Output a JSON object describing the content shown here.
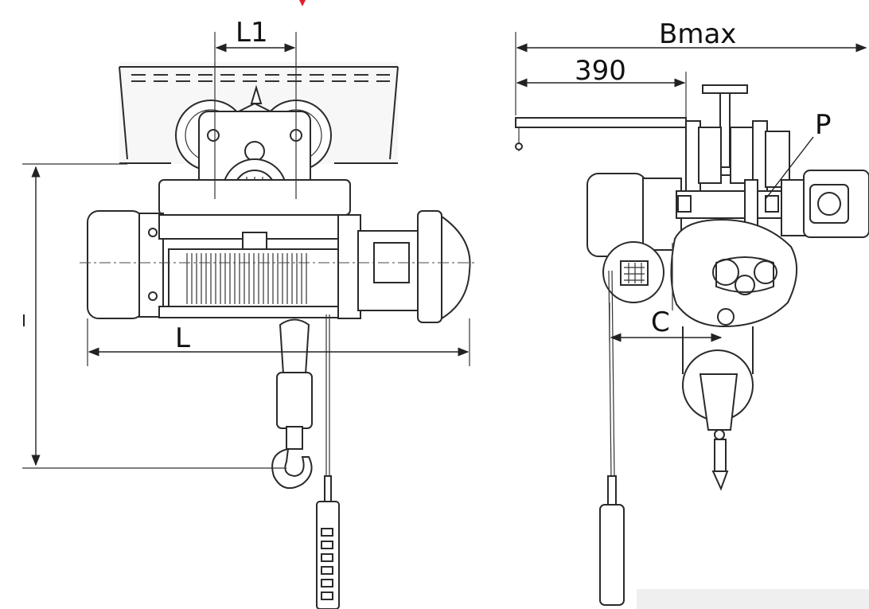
{
  "labels": {
    "L1": "L1",
    "Bmax": "Bmax",
    "d390": "390",
    "P": "P",
    "L": "L",
    "C": "C"
  },
  "colors": {
    "line": "#2a2a2a",
    "accent_mark": "#e0202a"
  }
}
